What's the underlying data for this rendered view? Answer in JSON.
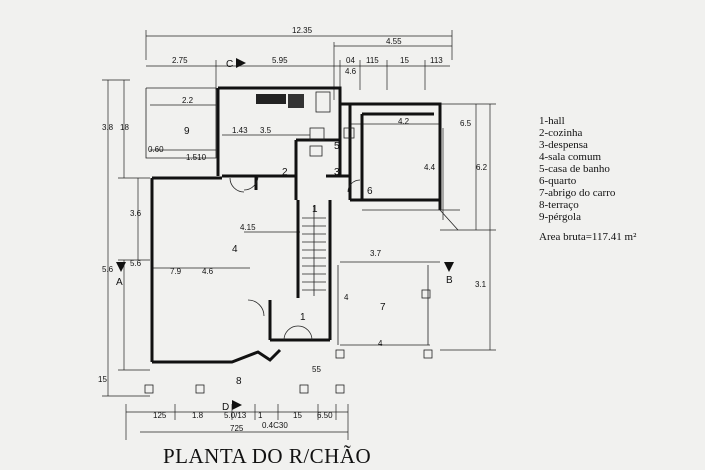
{
  "title": "PLANTA DO R/CHÃO",
  "legend": [
    "1-hall",
    "2-cozinha",
    "3-despensa",
    "4-sala comum",
    "5-casa de banho",
    "6-quarto",
    "7-abrigo do carro",
    "8-terraço",
    "9-pérgola"
  ],
  "area": "Area bruta=117.41 m²",
  "rooms": [
    "1",
    "2",
    "3",
    "4",
    "5",
    "6",
    "7",
    "8",
    "9",
    "1"
  ],
  "section_marks": [
    "C",
    "A",
    "B",
    "D"
  ],
  "dims": {
    "top_total": "12.35",
    "top_right": "4.55",
    "top_a": "2.75",
    "top_b": "5.95",
    "top_c": "04",
    "top_d": "115",
    "top_e": "15",
    "top_f": "113",
    "top_g": "4.6",
    "r9_width": "2.2",
    "r2_a": "1.43",
    "r2_b": "3.5",
    "r9_sub": "1.510",
    "r9_sub2": "0.60",
    "r6_width": "4.2",
    "r6_right": "6.5",
    "r6_height": "4.4",
    "right_upper": "6.2",
    "right_total": "3.1",
    "left_38": "3.8",
    "left_18": "18",
    "left_36": "3.6",
    "left_56": "5.6",
    "left_56b": "5.6",
    "left_15": "15",
    "r4_415": "4.15",
    "r4_79": "7.9",
    "r4_46": "4.6",
    "r7_37": "3.7",
    "r7_4": "4",
    "r7_4b": "4",
    "r1_55": "55",
    "bot_125": "125",
    "bot_18": "1.8",
    "bot_5": "5.0/13",
    "bot_1": "1",
    "bot_15": "15",
    "bot_650": "6.50",
    "bot_725": "725",
    "bot_0": "0.4C30"
  }
}
